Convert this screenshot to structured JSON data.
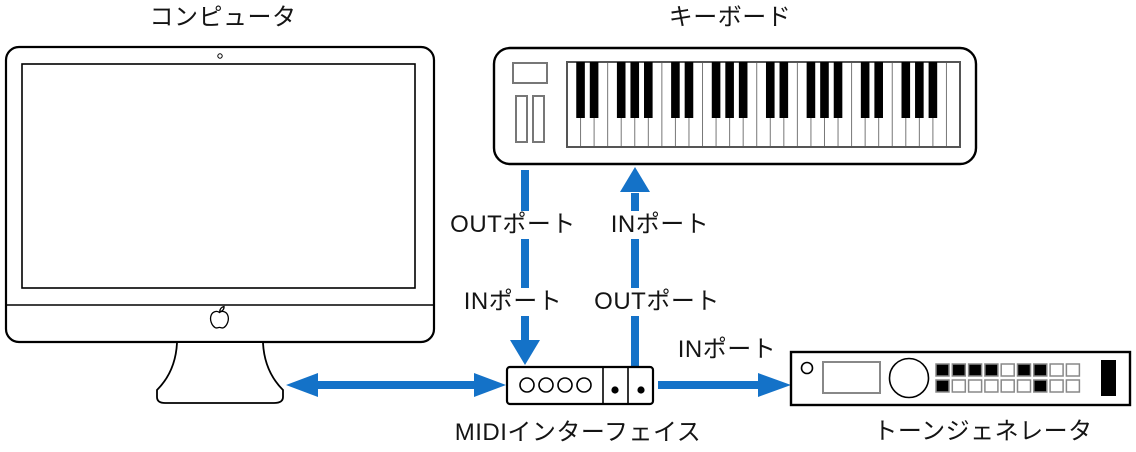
{
  "diagram": {
    "accent_color": "#1472C8",
    "outline_color": "#000000",
    "nodes": {
      "computer": {
        "label": "コンピュータ"
      },
      "keyboard": {
        "label": "キーボード"
      },
      "midi_interface": {
        "label": "MIDIインターフェイス"
      },
      "tone_generator": {
        "label": "トーンジェネレータ"
      }
    },
    "port_labels": {
      "keyboard_out": "OUTポート",
      "keyboard_in": "INポート",
      "interface_in": "INポート",
      "interface_out": "OUTポート",
      "tone_generator_in": "INポート"
    },
    "connections": [
      {
        "from": "keyboard",
        "to": "midi_interface",
        "via": "OUTポート → INポート",
        "direction": "down"
      },
      {
        "from": "midi_interface",
        "to": "keyboard",
        "via": "OUTポート → INポート",
        "direction": "up"
      },
      {
        "from": "computer",
        "to": "midi_interface",
        "direction": "both"
      },
      {
        "from": "midi_interface",
        "to": "tone_generator",
        "via": "INポート",
        "direction": "right"
      }
    ],
    "tone_generator_buttons": {
      "row1": [
        1,
        1,
        1,
        1,
        0,
        1,
        1,
        0,
        0
      ],
      "row2": [
        1,
        0,
        0,
        0,
        0,
        0,
        1,
        0,
        0
      ]
    }
  }
}
